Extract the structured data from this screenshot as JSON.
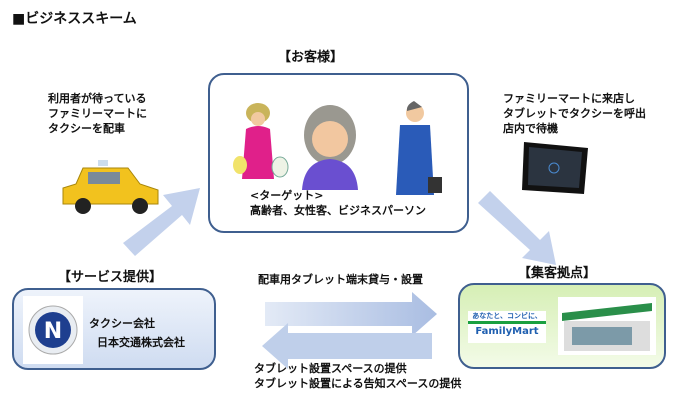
{
  "title": "■ビジネススキーム",
  "customer": {
    "heading": "【お客様】",
    "target_label": "<ターゲット>",
    "target_list": "高齢者、女性客、ビジネスパーソン"
  },
  "left_note": [
    "利用者が待っている",
    "ファミリーマートに",
    "タクシーを配車"
  ],
  "right_note": [
    "ファミリーマートに来店し",
    "タブレットでタクシーを呼出",
    "店内で待機"
  ],
  "service": {
    "heading": "【サービス提供】",
    "line1": "タクシー会社",
    "line2": "日本交通株式会社",
    "logo_letter": "N"
  },
  "store": {
    "heading": "【集客拠点】",
    "logo_tagline": "あなたと、コンビに、",
    "logo_name": "FamilyMart"
  },
  "flows": {
    "to_store": "配車用タブレット端末貸与・設置",
    "to_service": [
      "タブレット設置スペースの提供",
      "タブレット設置による告知スペースの提供"
    ]
  },
  "colors": {
    "arrow": "#b8c8e6",
    "box_border": "#3f5f8f",
    "store_bg": "#e6f5cf",
    "service_bg": "#dde7f6"
  }
}
